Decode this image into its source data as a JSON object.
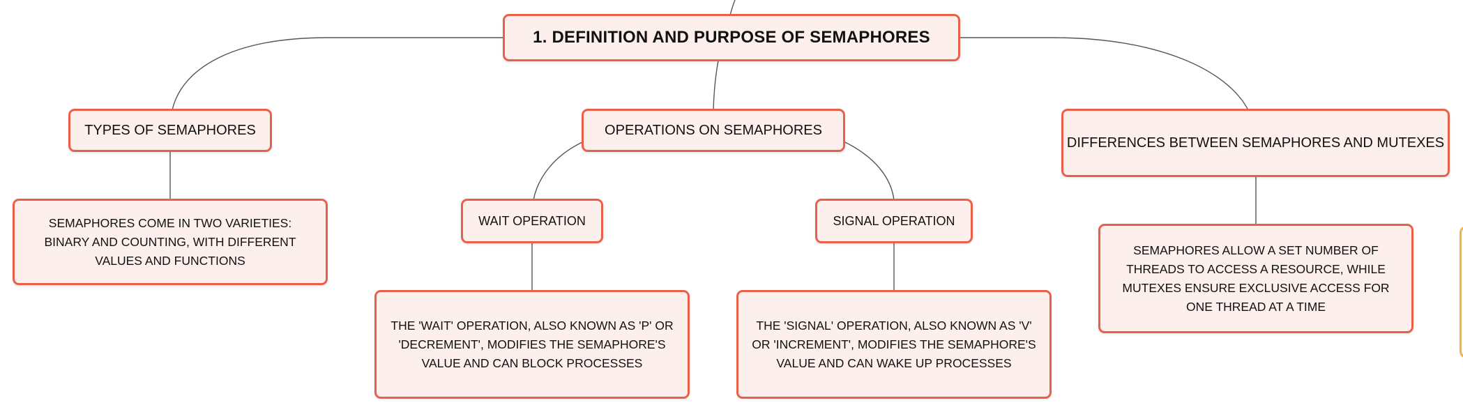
{
  "mindmap": {
    "root": "1. DEFINITION AND PURPOSE OF SEMAPHORES",
    "branches": [
      {
        "label": "TYPES OF SEMAPHORES",
        "detail": "SEMAPHORES COME IN TWO VARIETIES: BINARY AND COUNTING, WITH DIFFERENT VALUES AND FUNCTIONS"
      },
      {
        "label": "OPERATIONS ON SEMAPHORES",
        "children": [
          {
            "label": "WAIT OPERATION",
            "detail": "THE 'WAIT' OPERATION, ALSO KNOWN AS 'P' OR 'DECREMENT', MODIFIES THE SEMAPHORE'S VALUE AND CAN BLOCK PROCESSES"
          },
          {
            "label": "SIGNAL OPERATION",
            "detail": "THE 'SIGNAL' OPERATION, ALSO KNOWN AS 'V' OR 'INCREMENT', MODIFIES THE SEMAPHORE'S VALUE AND CAN WAKE UP PROCESSES"
          }
        ]
      },
      {
        "label": "DIFFERENCES BETWEEN SEMAPHORES AND MUTEXES",
        "detail": "SEMAPHORES ALLOW A SET NUMBER OF THREADS TO ACCESS A RESOURCE, WHILE MUTEXES ENSURE EXCLUSIVE ACCESS FOR ONE THREAD AT A TIME"
      }
    ],
    "colors": {
      "node_border": "#e8604a",
      "node_fill": "#fdf0ec",
      "connector": "#555555",
      "side_tab": "#f0b24a"
    }
  }
}
